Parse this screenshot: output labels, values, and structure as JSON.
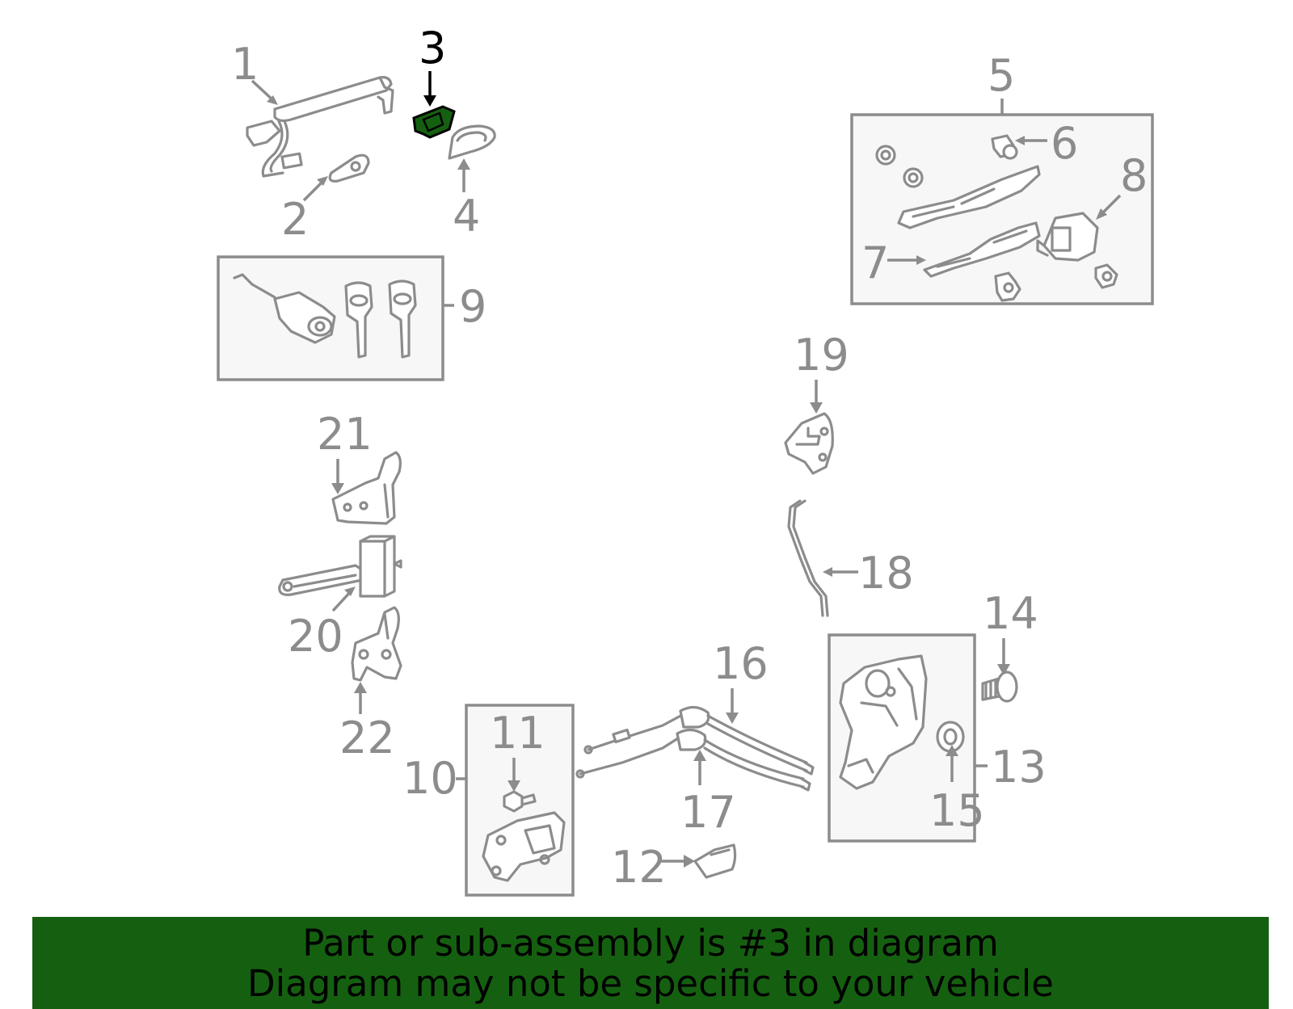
{
  "callouts": {
    "c1": "1",
    "c2": "2",
    "c3": "3",
    "c4": "4",
    "c5": "5",
    "c6": "6",
    "c7": "7",
    "c8": "8",
    "c9": "9",
    "c10": "10",
    "c11": "11",
    "c12": "12",
    "c13": "13",
    "c14": "14",
    "c15": "15",
    "c16": "16",
    "c17": "17",
    "c18": "18",
    "c19": "19",
    "c20": "20",
    "c21": "21",
    "c22": "22"
  },
  "highlighted_part": "3",
  "colors": {
    "highlight": "#156010",
    "part_lines": "#8c8c8c",
    "banner_bg": "#156010"
  },
  "banner": {
    "line1": "Part or sub-assembly is #3 in diagram",
    "line2": "Diagram may not be specific to your vehicle"
  }
}
